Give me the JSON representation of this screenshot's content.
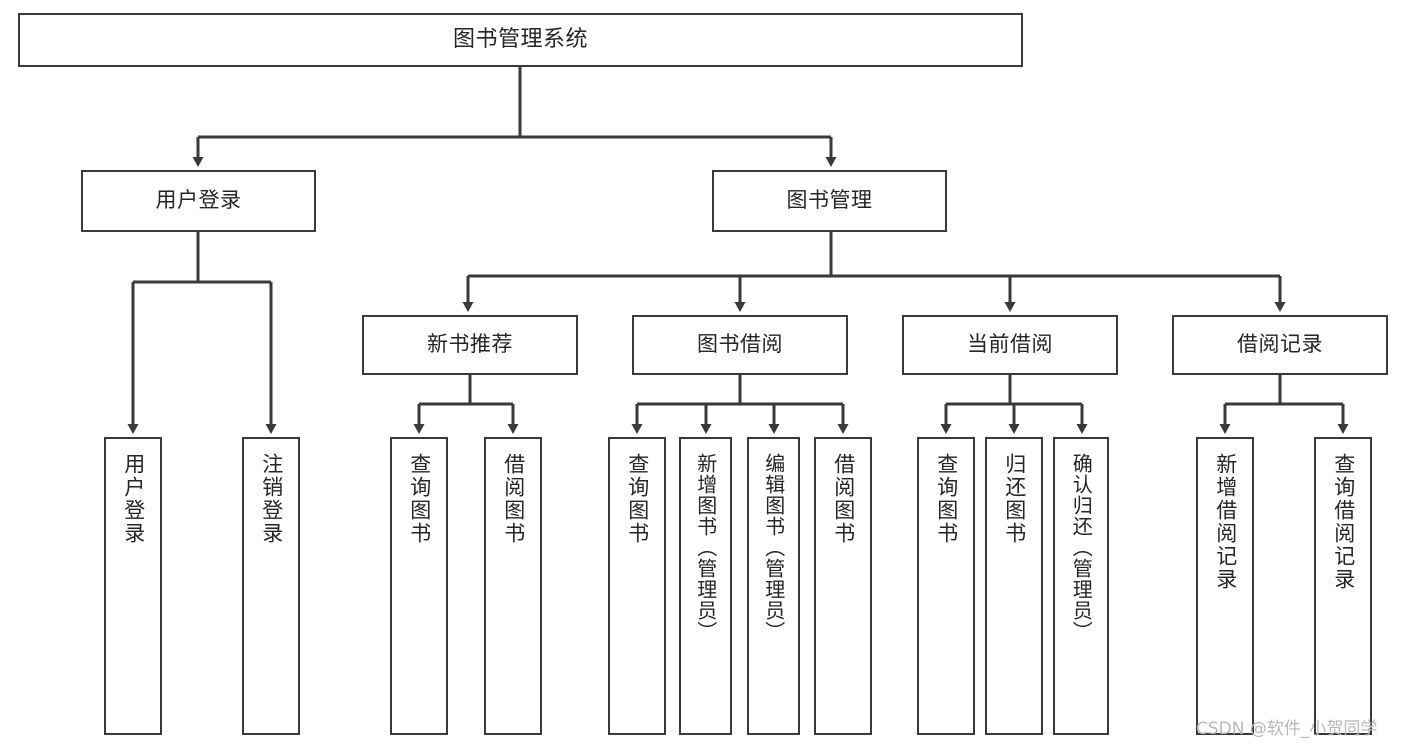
{
  "diagram": {
    "title": "图书管理系统",
    "type": "tree",
    "watermark": "CSDN @软件_小贺同学",
    "colors": {
      "border": "#3a3a3a",
      "text": "#262626",
      "background": "#ffffff",
      "watermark": "#b9b9b9"
    },
    "root": {
      "label": "图书管理系统"
    },
    "level2": [
      {
        "label": "用户登录"
      },
      {
        "label": "图书管理"
      }
    ],
    "level3": [
      {
        "label": "新书推荐"
      },
      {
        "label": "图书借阅"
      },
      {
        "label": "当前借阅"
      },
      {
        "label": "借阅记录"
      }
    ],
    "leaves": {
      "user_login": [
        {
          "label": "用户登录"
        },
        {
          "label": "注销登录"
        }
      ],
      "new_book_recommend": [
        {
          "label": "查询图书"
        },
        {
          "label": "借阅图书"
        }
      ],
      "book_borrow": [
        {
          "label": "查询图书"
        },
        {
          "label": "新增图书（管理员）"
        },
        {
          "label": "编辑图书（管理员）"
        },
        {
          "label": "借阅图书"
        }
      ],
      "current_borrow": [
        {
          "label": "查询图书"
        },
        {
          "label": "归还图书"
        },
        {
          "label": "确认归还（管理员）"
        }
      ],
      "borrow_record": [
        {
          "label": "新增借阅记录"
        },
        {
          "label": "查询借阅记录"
        }
      ]
    }
  }
}
